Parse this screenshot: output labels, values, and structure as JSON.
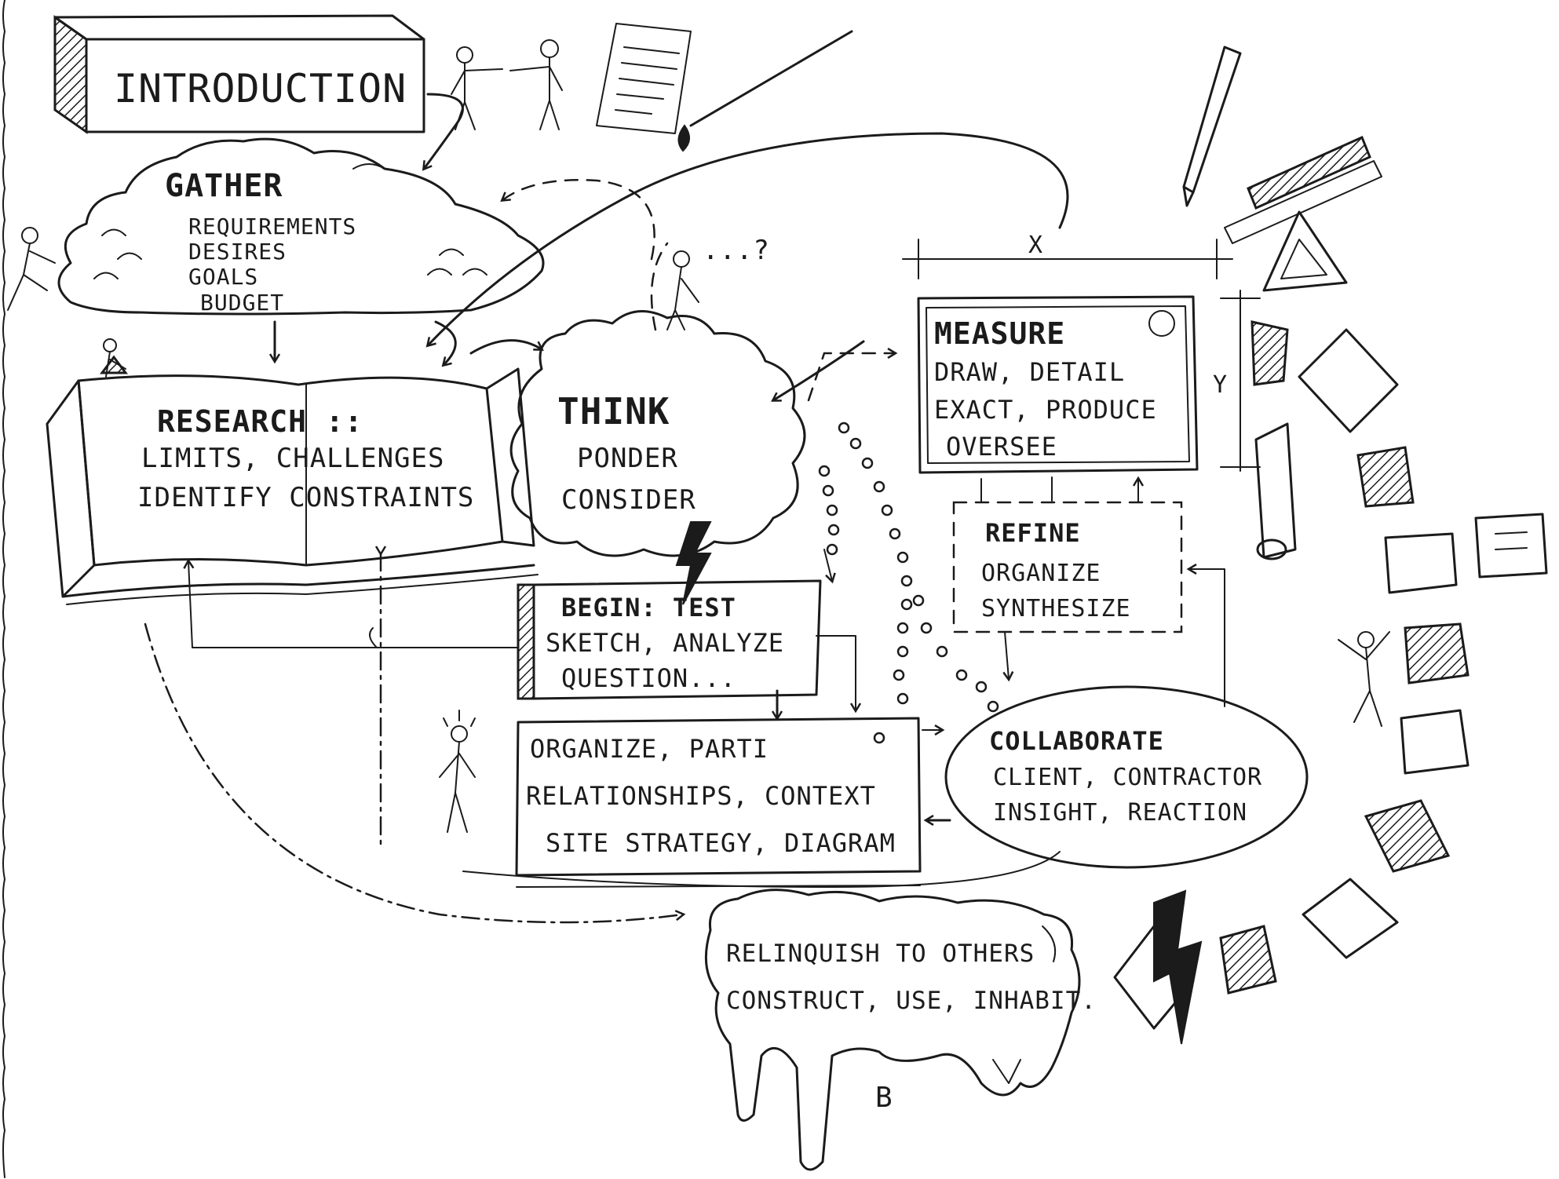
{
  "introduction": {
    "label": "INTRODUCTION"
  },
  "gather": {
    "title": "GATHER",
    "items": [
      "REQUIREMENTS",
      "DESIRES",
      "GOALS",
      "BUDGET"
    ]
  },
  "research": {
    "title": "RESEARCH ::",
    "lines": [
      "LIMITS, CHALLENGES",
      "IDENTIFY CONSTRAINTS"
    ]
  },
  "think": {
    "title": "THINK",
    "items": [
      "PONDER",
      "CONSIDER"
    ]
  },
  "begin": {
    "title": "BEGIN: TEST",
    "lines": [
      "SKETCH, ANALYZE",
      "QUESTION..."
    ]
  },
  "organize": {
    "lines": [
      "ORGANIZE, PARTI",
      "RELATIONSHIPS, CONTEXT",
      "SITE STRATEGY, DIAGRAM"
    ]
  },
  "measure": {
    "title": "MEASURE",
    "lines": [
      "DRAW, DETAIL",
      "EXACT, PRODUCE",
      "OVERSEE"
    ]
  },
  "refine": {
    "title": "REFINE",
    "lines": [
      "ORGANIZE",
      "SYNTHESIZE"
    ]
  },
  "collaborate": {
    "title": "COLLABORATE",
    "lines": [
      "CLIENT, CONTRACTOR",
      "INSIGHT, REACTION"
    ]
  },
  "relinquish": {
    "lines": [
      "RELINQUISH TO OTHERS",
      "CONSTRUCT, USE, INHABIT."
    ]
  },
  "dimensions": {
    "x": "X",
    "y": "Y"
  },
  "question": "...?",
  "signature": "B"
}
